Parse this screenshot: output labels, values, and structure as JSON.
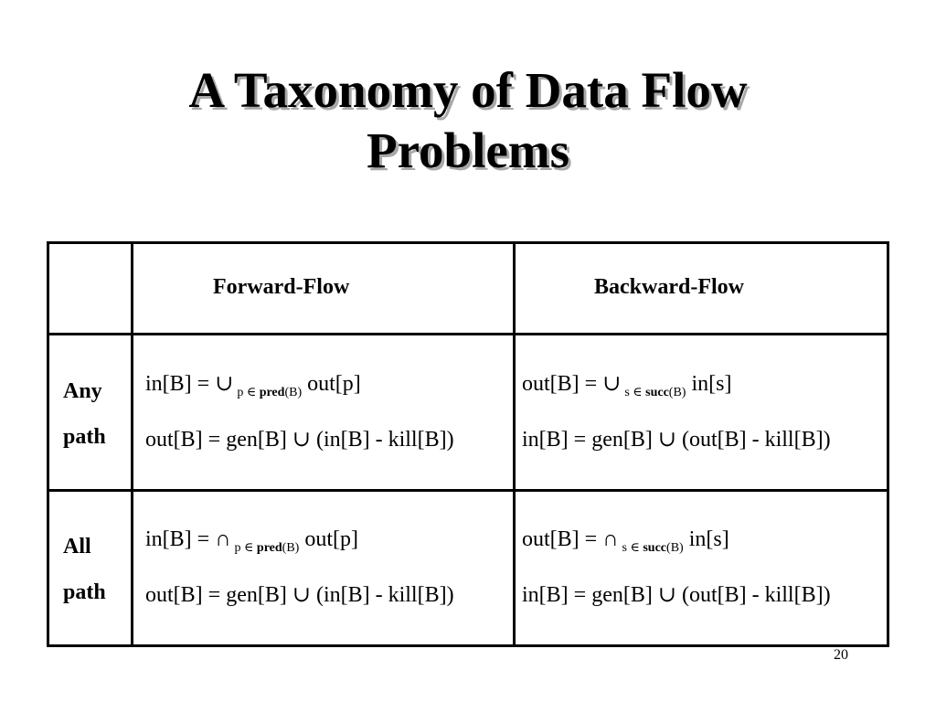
{
  "slide": {
    "title_line1": "A Taxonomy of Data Flow",
    "title_line2": "Problems",
    "page_number": "20"
  },
  "table": {
    "headers": {
      "corner": "",
      "forward": "Forward-Flow",
      "backward": "Backward-Flow"
    },
    "rows": [
      {
        "label_line1": "Any",
        "label_line2": "path",
        "operator": "∪",
        "forward_eq1_lhs": "in[B] =",
        "forward_eq1_sub_var": "p ∈",
        "forward_eq1_sub_fn": "pred",
        "forward_eq1_sub_arg": "(B)",
        "forward_eq1_rhs": "out[p]",
        "forward_eq2": "out[B] = gen[B] ∪ (in[B] - kill[B])",
        "backward_eq1_lhs": "out[B] =",
        "backward_eq1_sub_var": "s ∈",
        "backward_eq1_sub_fn": "succ",
        "backward_eq1_sub_arg": "(B)",
        "backward_eq1_rhs": "in[s]",
        "backward_eq2": "in[B] = gen[B] ∪ (out[B] - kill[B])"
      },
      {
        "label_line1": "All",
        "label_line2": "path",
        "operator": "∩",
        "forward_eq1_lhs": "in[B] =",
        "forward_eq1_sub_var": "p ∈",
        "forward_eq1_sub_fn": "pred",
        "forward_eq1_sub_arg": "(B)",
        "forward_eq1_rhs": "out[p]",
        "forward_eq2": "out[B] = gen[B] ∪ (in[B] - kill[B])",
        "backward_eq1_lhs": "out[B] =",
        "backward_eq1_sub_var": "s ∈",
        "backward_eq1_sub_fn": "succ",
        "backward_eq1_sub_arg": "(B)",
        "backward_eq1_rhs": "in[s]",
        "backward_eq2": "in[B] = gen[B] ∪ (out[B] - kill[B])"
      }
    ]
  }
}
